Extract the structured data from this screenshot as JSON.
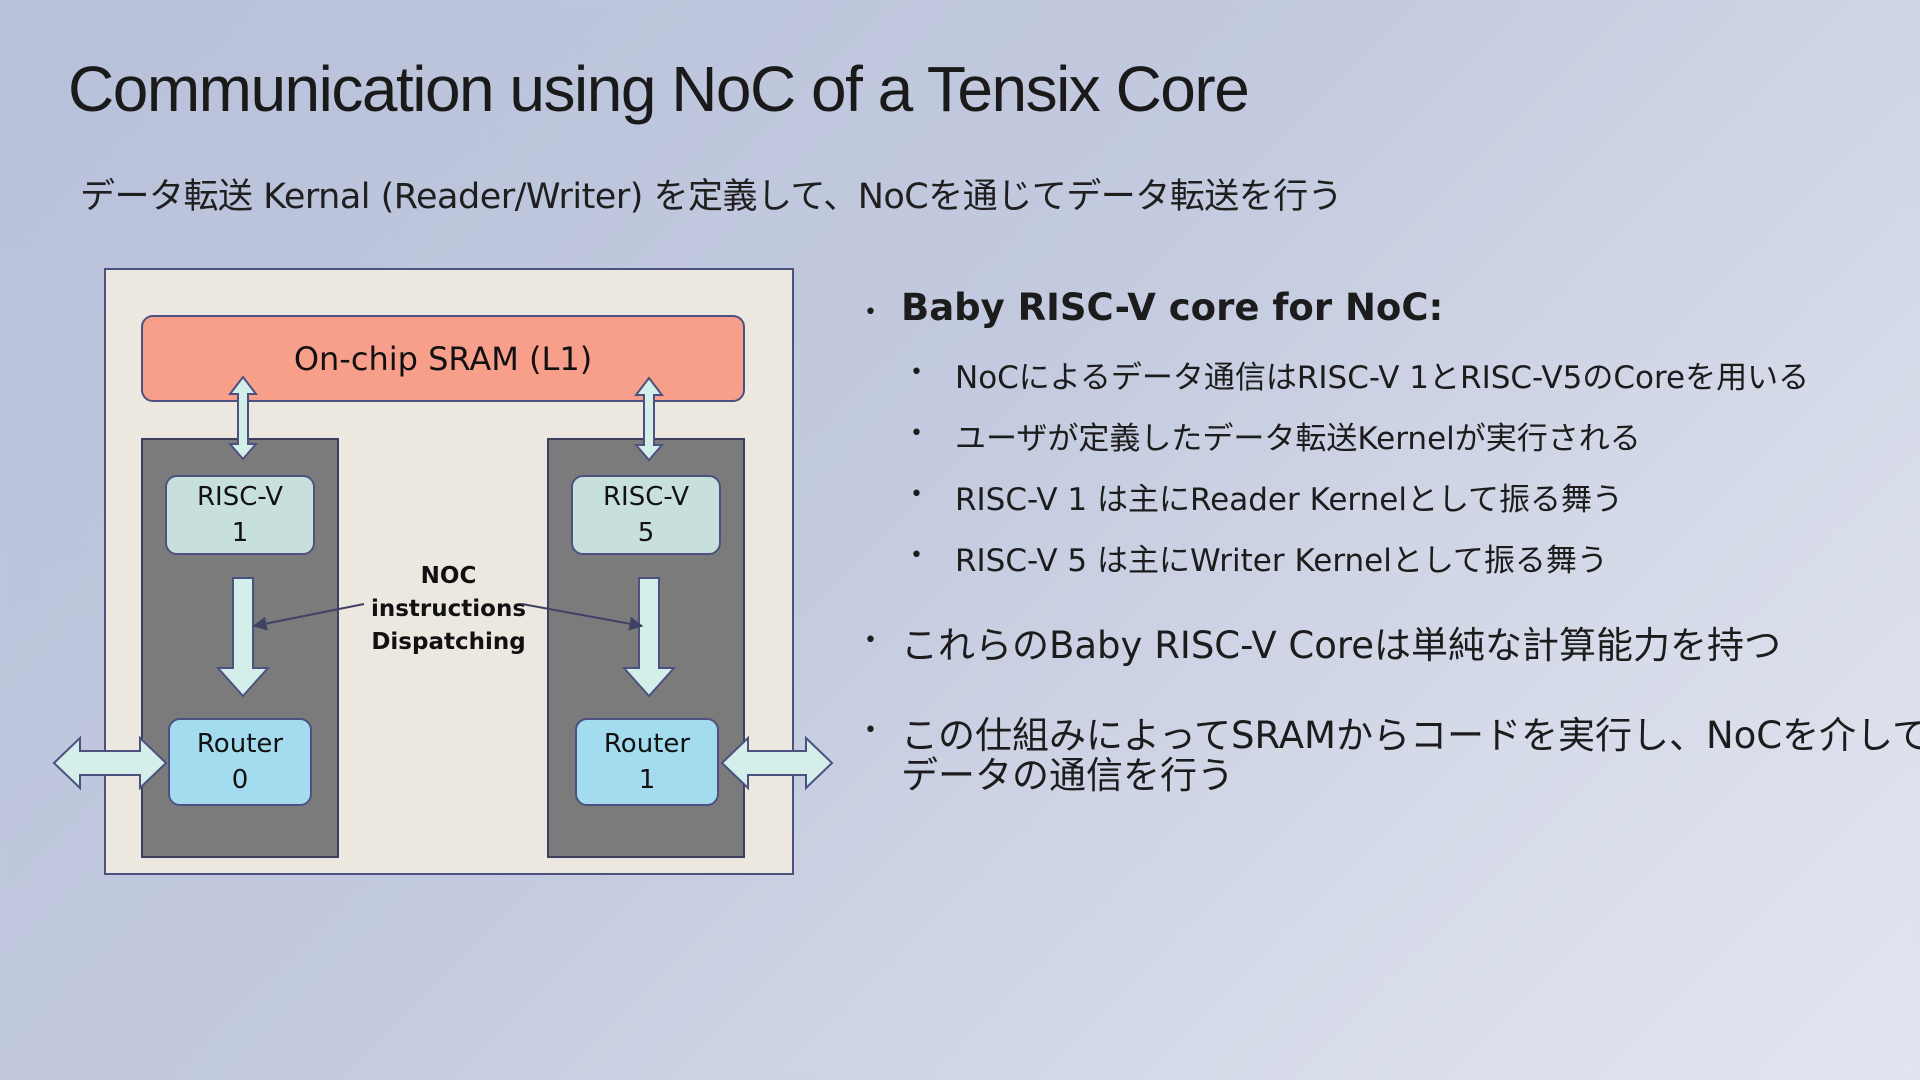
{
  "title": "Communication using NoC of a Tensix Core",
  "subtitle": "データ転送 Kernal (Reader/Writer) を定義して、NoCを通じてデータ転送を行う",
  "diagram": {
    "sram_label": "On-chip SRAM (L1)",
    "risc_left": {
      "line1": "RISC-V",
      "line2": "1"
    },
    "risc_right": {
      "line1": "RISC-V",
      "line2": "5"
    },
    "router_left": {
      "line1": "Router",
      "line2": "0"
    },
    "router_right": {
      "line1": "Router",
      "line2": "1"
    },
    "noc_label": {
      "line1": "NOC",
      "line2": "instructions",
      "line3": "Dispatching"
    },
    "colors": {
      "outer_bg": "#ece8df",
      "sram": "#f79f8a",
      "column": "#7b7b7b",
      "risc": "#c8e0dc",
      "router": "#a4dcef",
      "arrow_fill": "#d4efe9",
      "border": "#4d5180"
    }
  },
  "bullets": {
    "heading": "Baby RISC-V core for NoC:",
    "sub_items": [
      "NoCによるデータ通信はRISC-V 1とRISC-V5のCoreを用いる",
      "ユーザが定義したデータ転送Kernelが実行される",
      "RISC-V 1 は主にReader Kernelとして振る舞う",
      "RISC-V 5 は主にWriter Kernelとして振る舞う"
    ],
    "item2": "これらのBaby RISC-V Coreは単純な計算能力を持つ",
    "item3_line1": "この仕組みによってSRAMからコードを実行し、NoCを介して",
    "item3_line2": "データの通信を行う"
  }
}
